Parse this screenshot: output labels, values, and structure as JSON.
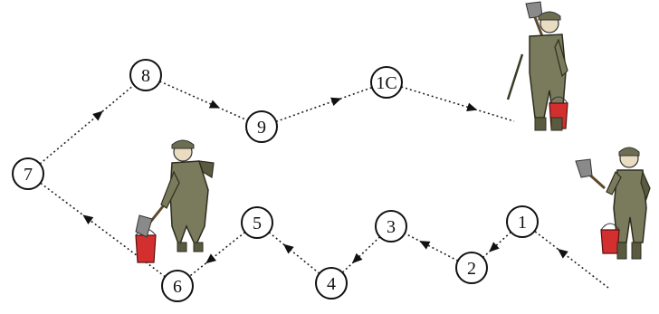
{
  "diagram": {
    "type": "sampling-walk",
    "path_color": "#222222",
    "bucket_color": "#d32f2f",
    "figure_color": "#7a7a5c",
    "stations": [
      {
        "id": "1",
        "label": "1"
      },
      {
        "id": "2",
        "label": "2"
      },
      {
        "id": "3",
        "label": "3"
      },
      {
        "id": "4",
        "label": "4"
      },
      {
        "id": "5",
        "label": "5"
      },
      {
        "id": "6",
        "label": "6"
      },
      {
        "id": "7",
        "label": "7"
      },
      {
        "id": "8",
        "label": "8"
      },
      {
        "id": "9",
        "label": "9"
      },
      {
        "id": "10",
        "label": "1C"
      }
    ],
    "figures": [
      {
        "name": "soldier-with-shovel-start",
        "holds": [
          "shovel",
          "bucket"
        ]
      },
      {
        "name": "soldier-digging-at-station-6",
        "holds": [
          "shovel",
          "bucket"
        ]
      },
      {
        "name": "soldier-with-shovel-end",
        "holds": [
          "shovel",
          "bucket"
        ]
      }
    ]
  }
}
